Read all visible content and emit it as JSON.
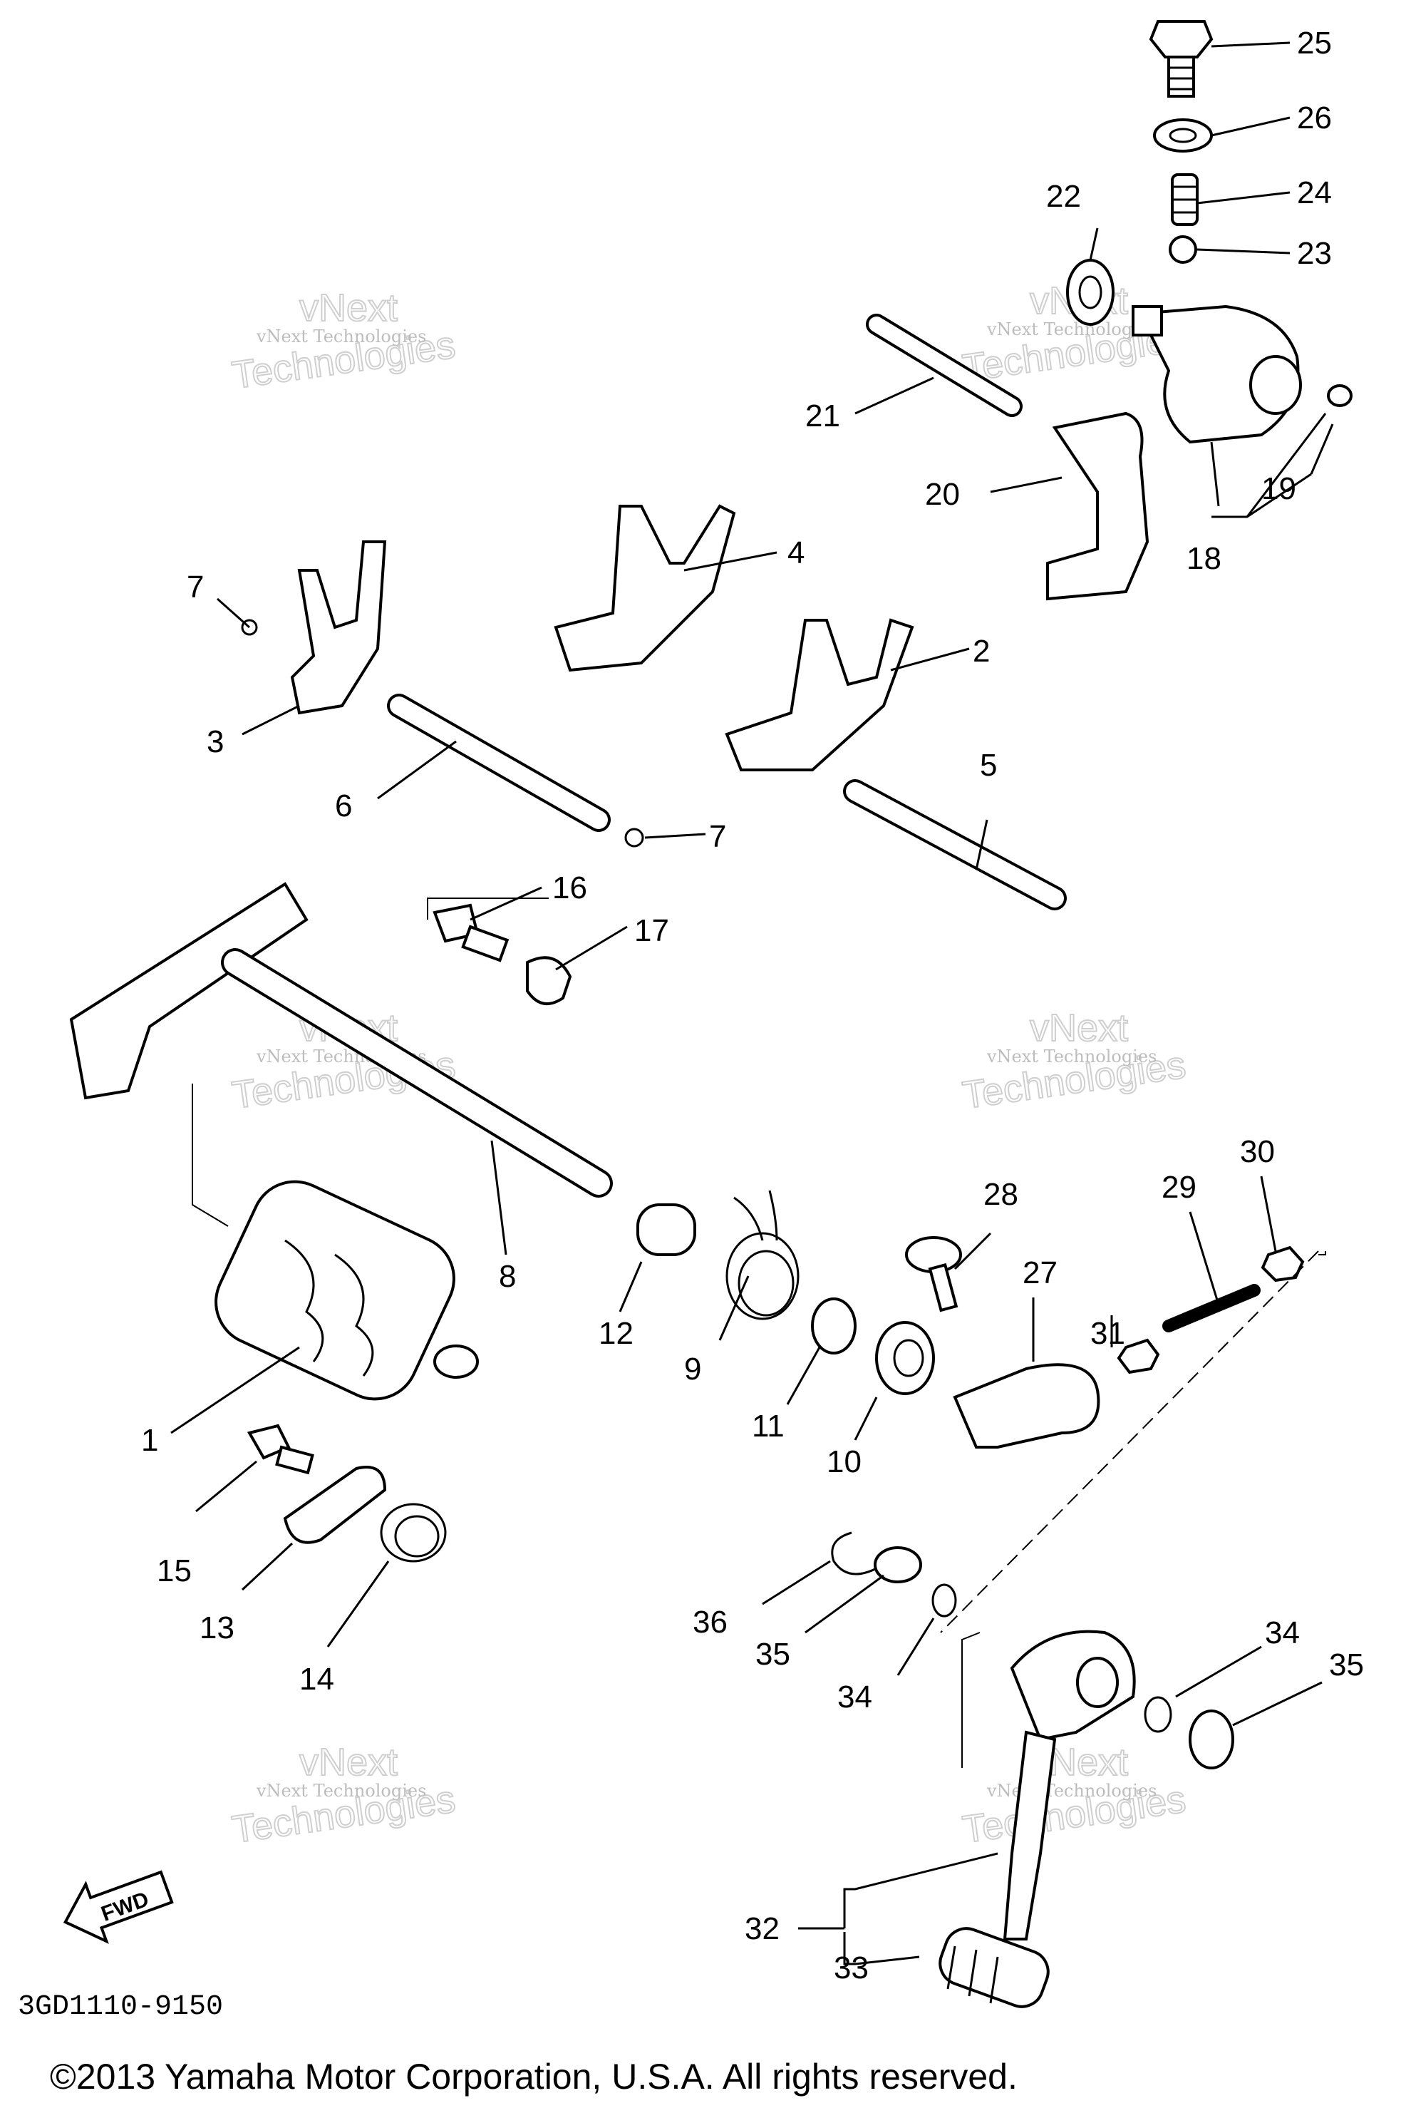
{
  "diagram": {
    "callouts": [
      "25",
      "26",
      "22",
      "24",
      "23",
      "21",
      "20",
      "19",
      "18",
      "7",
      "4",
      "2",
      "3",
      "6",
      "5",
      "7",
      "16",
      "17",
      "8",
      "28",
      "29",
      "30",
      "12",
      "9",
      "31",
      "27",
      "11",
      "10",
      "1",
      "15",
      "13",
      "14",
      "36",
      "35",
      "34",
      "34",
      "35",
      "32",
      "33"
    ],
    "watermark": {
      "line1": "vNext Technologies",
      "line2": "Technologies",
      "line3": "vNext"
    },
    "fwd_label": "FWD",
    "part_code": "3GD1110-9150",
    "copyright": "©2013 Yamaha Motor Corporation, U.S.A. All rights reserved."
  }
}
